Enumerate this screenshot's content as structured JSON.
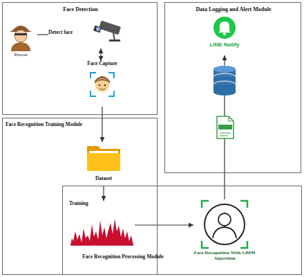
{
  "diagram": {
    "nodes": [
      {
        "text": [
          "Face Detection"
        ]
      },
      {
        "text": [
          "Person"
        ],
        "in": 0
      },
      {
        "text": [
          "Detect face"
        ],
        "in": 0
      },
      {
        "text": [
          "Face Capture"
        ],
        "in": 0
      },
      {
        "text": [
          "Face Recognition Training Module"
        ]
      },
      {
        "text": [
          "Dataset"
        ],
        "in": 4
      },
      {
        "text": [
          "Training"
        ],
        "in": 4
      },
      {
        "text": [
          "Face Recognition Processing Module"
        ]
      },
      {
        "text": [
          "Face Recognition With LBPH Algorithm"
        ],
        "in": 7
      },
      {
        "text": [
          "Data Logging and Alert Module"
        ]
      },
      {
        "text": [
          "LINE Notify"
        ],
        "in": 9
      }
    ],
    "edges": [
      {
        "from": 1,
        "to": 2,
        "arrow": "none"
      },
      {
        "from": 2,
        "to": 3,
        "arrow": "both"
      },
      {
        "from": 3,
        "to": 5,
        "arrow": "to"
      },
      {
        "from": 5,
        "to": 6,
        "arrow": "to"
      },
      {
        "from": 6,
        "to": 8,
        "arrow": "to"
      },
      {
        "from": 8,
        "to": 10,
        "arrow": "to"
      }
    ]
  }
}
